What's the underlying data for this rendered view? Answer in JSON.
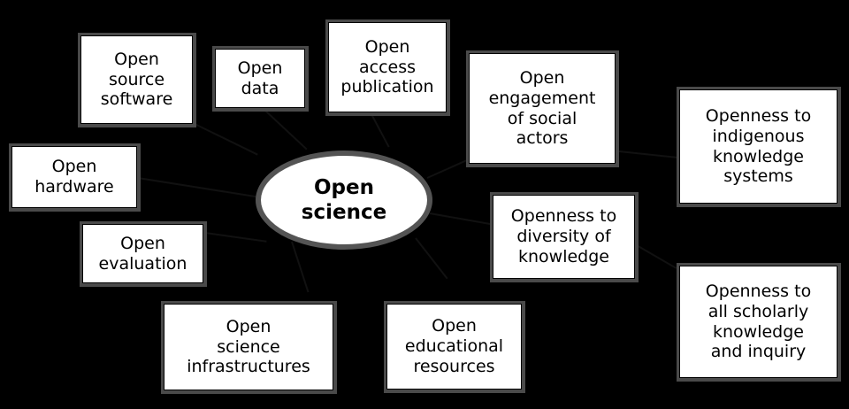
{
  "diagram": {
    "title": "Open science",
    "background_color": "#000000",
    "node_fill_color": "#ffffff",
    "node_text_color": "#000000",
    "node_shadow_color": "#4a4a4a",
    "center": {
      "label": "Open\nscience",
      "shape": "ellipse"
    },
    "nodes": [
      {
        "id": "open-source-software",
        "label": "Open\nsource\nsoftware"
      },
      {
        "id": "open-data",
        "label": "Open\ndata"
      },
      {
        "id": "open-access-publication",
        "label": "Open\naccess\npublication"
      },
      {
        "id": "open-engagement-of-social-actors",
        "label": "Open\nengagement\nof social\nactors"
      },
      {
        "id": "openness-to-indigenous-knowledge-systems",
        "label": "Openness to\nindigenous\nknowledge\nsystems"
      },
      {
        "id": "open-hardware",
        "label": "Open\nhardware"
      },
      {
        "id": "open-evaluation",
        "label": "Open\nevaluation"
      },
      {
        "id": "open-science-infrastructures",
        "label": "Open\nscience\ninfrastructures"
      },
      {
        "id": "open-educational-resources",
        "label": "Open\neducational\nresources"
      },
      {
        "id": "openness-to-diversity-of-knowledge",
        "label": "Openness to\ndiversity of\nknowledge"
      },
      {
        "id": "openness-to-all-scholarly-knowledge-and-inquiry",
        "label": "Openness to\nall scholarly\nknowledge\nand inquiry"
      }
    ]
  }
}
